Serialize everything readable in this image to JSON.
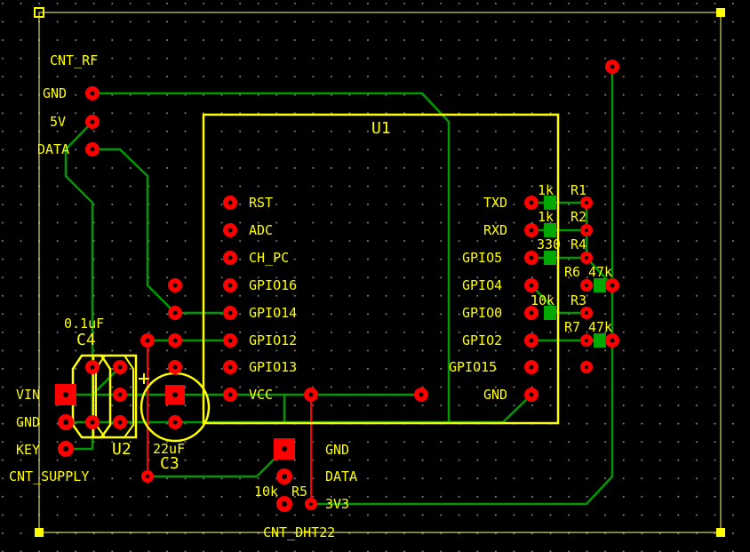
{
  "labels": {
    "cnt_rf": "CNT_RF",
    "gnd_rf": "GND",
    "v5": "5V",
    "data_rf": "DATA",
    "u1": "U1",
    "rst": "RST",
    "adc": "ADC",
    "ch_pc": "CH_PC",
    "gpio16": "GPIO16",
    "gpio14": "GPIO14",
    "gpio12": "GPIO12",
    "gpio13": "GPIO13",
    "vcc": "VCC",
    "txd": "TXD",
    "rxd": "RXD",
    "gpio5": "GPIO5",
    "gpio4": "GPIO4",
    "gpio0": "GPIO0",
    "gpio2": "GPIO2",
    "gpio15": "GPIO15",
    "gnd_u1": "GND",
    "r1_val": "1k",
    "r1": "R1",
    "r2_val": "1k",
    "r2": "R2",
    "r4_val": "330",
    "r4": "R4",
    "r6": "R6",
    "r6_val": "47k",
    "r3_val": "10k",
    "r3": "R3",
    "r7": "R7",
    "r7_val": "47k",
    "c4_val": "0.1uF",
    "c4": "C4",
    "vin": "VIN",
    "gnd_sup": "GND",
    "key": "KEY",
    "cnt_supply": "CNT_SUPPLY",
    "u2": "U2",
    "c3_val": "22uF",
    "c3": "C3",
    "plus": "+",
    "gnd_dht": "GND",
    "data_dht": "DATA",
    "v3v3": "3V3",
    "r5_val": "10k",
    "r5": "R5",
    "cnt_dht22": "CNT_DHT22"
  },
  "colors": {
    "background": "#000000",
    "grid": "#8a8a8a",
    "trace": "#009a00",
    "silkscreen": "#ffff00",
    "pad": "#ff0000",
    "smd_pad": "#00a800",
    "board_outline": "#ffff7a",
    "corner_marker": "#ffff00"
  }
}
